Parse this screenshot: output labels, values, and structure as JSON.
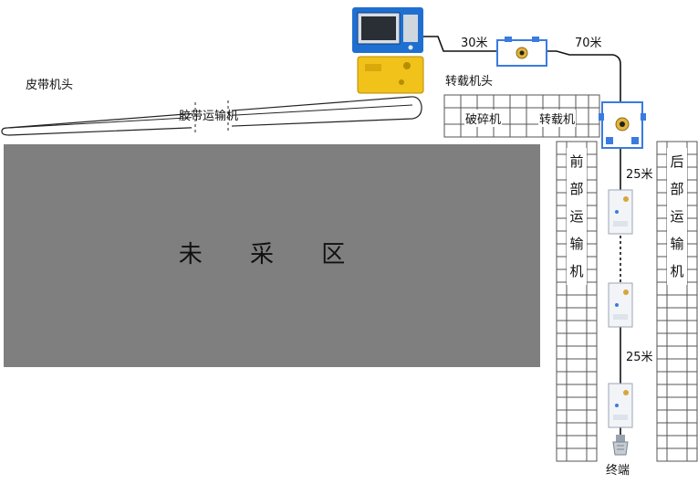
{
  "labels": {
    "belt_head": "皮带机头",
    "belt_conveyor": "胶带运输机",
    "transfer_head": "转载机头",
    "crusher": "破碎机",
    "transfer_machine": "转载机",
    "unmined_area": "未 采 区",
    "front_conveyor": [
      "前",
      "部",
      "运",
      "输",
      "机"
    ],
    "rear_conveyor": [
      "后",
      "部",
      "运",
      "输",
      "机"
    ],
    "terminal": "终端"
  },
  "distances": {
    "d1": "30米",
    "d2": "70米",
    "d3": "25米",
    "d4": "25米"
  },
  "colors": {
    "unmined_fill": "#7f7f7f",
    "controller_blue": "#1f6fd1",
    "power_yellow": "#f0c21a",
    "junction_blue": "#3a7be0",
    "cable": "#111111"
  }
}
